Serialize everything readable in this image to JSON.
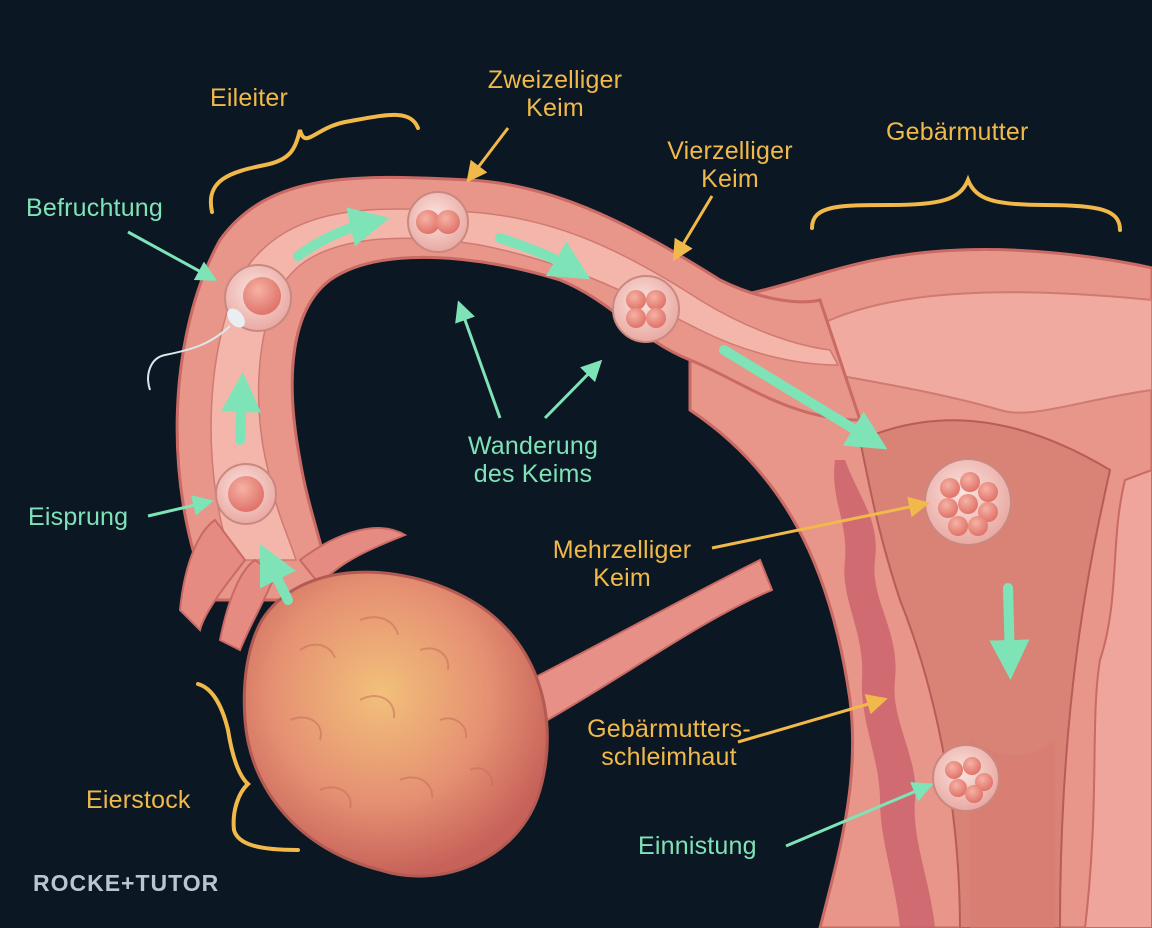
{
  "labels": {
    "eileiter": "Eileiter",
    "befruchtung": "Befruchtung",
    "zweizelliger_keim": [
      "Zweizelliger",
      "Keim"
    ],
    "vierzelliger_keim": [
      "Vierzelliger",
      "Keim"
    ],
    "gebaermutter": "Gebärmutter",
    "wanderung": [
      "Wanderung",
      "des Keims"
    ],
    "eisprung": "Eisprung",
    "mehrzelliger_keim": [
      "Mehrzelliger",
      "Keim"
    ],
    "gebaermutterschleimhaut": [
      "Gebärmutters-",
      "schleimhaut"
    ],
    "eierstock": "Eierstock",
    "einnistung": "Einnistung"
  },
  "logo": "ROCKE+TUTOR",
  "colors": {
    "background": "#0b1722",
    "process_arrow": "#7fe3b8",
    "label_arrow_gold": "#f0b94a",
    "tissue": "#e8958a",
    "ovary": "#e39a78"
  }
}
